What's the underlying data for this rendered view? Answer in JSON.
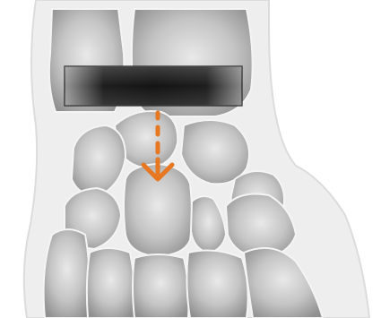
{
  "figure": {
    "subject": "wrist-bones",
    "elements": [
      "hand-silhouette",
      "radius",
      "ulna",
      "carpal-bones",
      "metacarpal-bones",
      "dark-band-marker",
      "downward-arrow"
    ]
  },
  "colors": {
    "background": "#ffffff",
    "soft_tissue": "#eeeeee",
    "soft_tissue_outline": "#dcdcdc",
    "bone_center": "#e9e9e9",
    "bone_edge": "#8f8f8f",
    "bone_outline": "#f4f4f4",
    "band_dark": "#141414",
    "band_light": "#9a9a9a",
    "band_border": "#222222",
    "arrow": "#e87722"
  },
  "arrow": {
    "direction": "down",
    "style": "dashed-shaft"
  }
}
